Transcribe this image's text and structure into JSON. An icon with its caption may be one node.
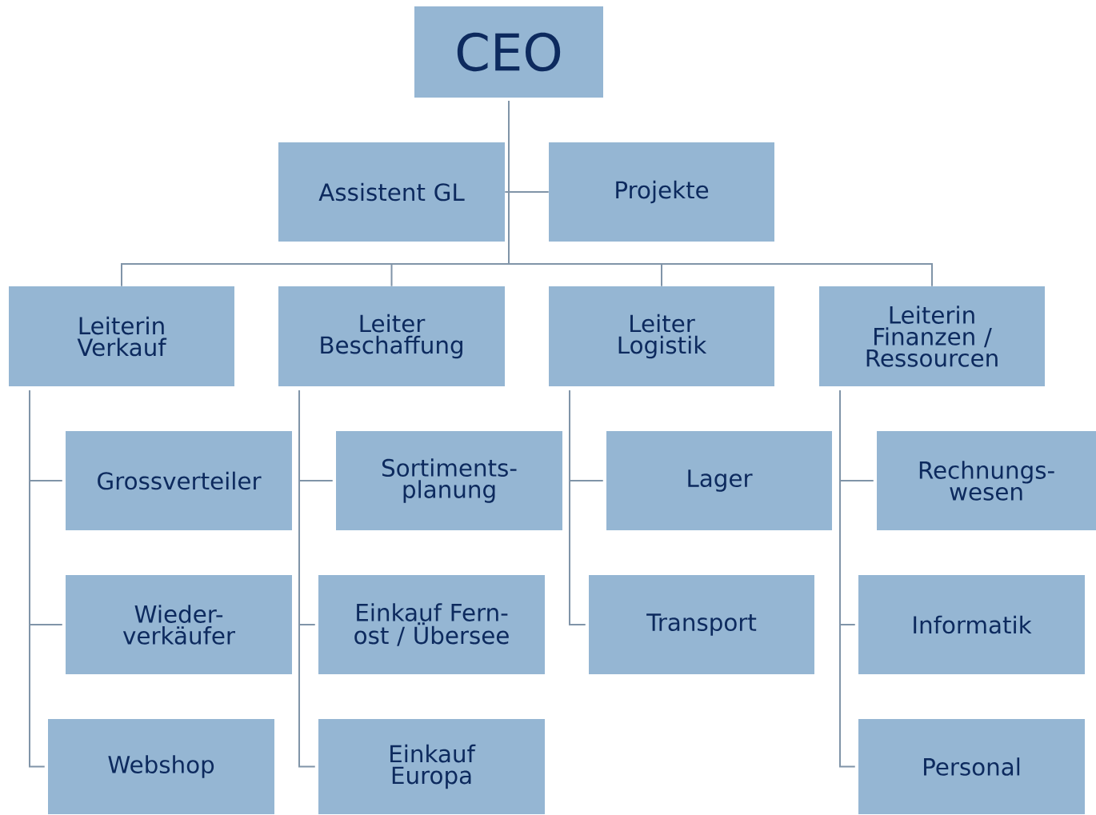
{
  "diagram": {
    "nodes": [
      {
        "text": [
          "CEO"
        ]
      },
      {
        "text": [
          "Assistent GL"
        ]
      },
      {
        "text": [
          "Projekte"
        ]
      },
      {
        "text": [
          "Leiterin Verkauf"
        ]
      },
      {
        "text": [
          "Leiter Beschaffung"
        ]
      },
      {
        "text": [
          "Leiter Logistik"
        ]
      },
      {
        "text": [
          "Leiterin Finanzen / Ressourcen"
        ]
      },
      {
        "text": [
          "Grossverteiler"
        ]
      },
      {
        "text": [
          "Wieder- verkäufer"
        ]
      },
      {
        "text": [
          "Webshop"
        ]
      },
      {
        "text": [
          "Sortiments- planung"
        ]
      },
      {
        "text": [
          "Einkauf Fern- ost / Übersee"
        ]
      },
      {
        "text": [
          "Einkauf Europa"
        ]
      },
      {
        "text": [
          "Lager"
        ]
      },
      {
        "text": [
          "Transport"
        ]
      },
      {
        "text": [
          "Rechnungs- wesen"
        ]
      },
      {
        "text": [
          "Informatik"
        ]
      },
      {
        "text": [
          "Personal"
        ]
      }
    ],
    "edges": [
      {
        "from": 0,
        "to": 1,
        "arrow": "none"
      },
      {
        "from": 0,
        "to": 2,
        "arrow": "none"
      },
      {
        "from": 0,
        "to": 3,
        "arrow": "none"
      },
      {
        "from": 0,
        "to": 4,
        "arrow": "none"
      },
      {
        "from": 0,
        "to": 5,
        "arrow": "none"
      },
      {
        "from": 0,
        "to": 6,
        "arrow": "none"
      },
      {
        "from": 3,
        "to": 7,
        "arrow": "none"
      },
      {
        "from": 3,
        "to": 8,
        "arrow": "none"
      },
      {
        "from": 3,
        "to": 9,
        "arrow": "none"
      },
      {
        "from": 4,
        "to": 10,
        "arrow": "none"
      },
      {
        "from": 4,
        "to": 11,
        "arrow": "none"
      },
      {
        "from": 4,
        "to": 12,
        "arrow": "none"
      },
      {
        "from": 5,
        "to": 13,
        "arrow": "none"
      },
      {
        "from": 5,
        "to": 14,
        "arrow": "none"
      },
      {
        "from": 6,
        "to": 15,
        "arrow": "none"
      },
      {
        "from": 6,
        "to": 16,
        "arrow": "none"
      },
      {
        "from": 6,
        "to": 17,
        "arrow": "none"
      }
    ]
  }
}
